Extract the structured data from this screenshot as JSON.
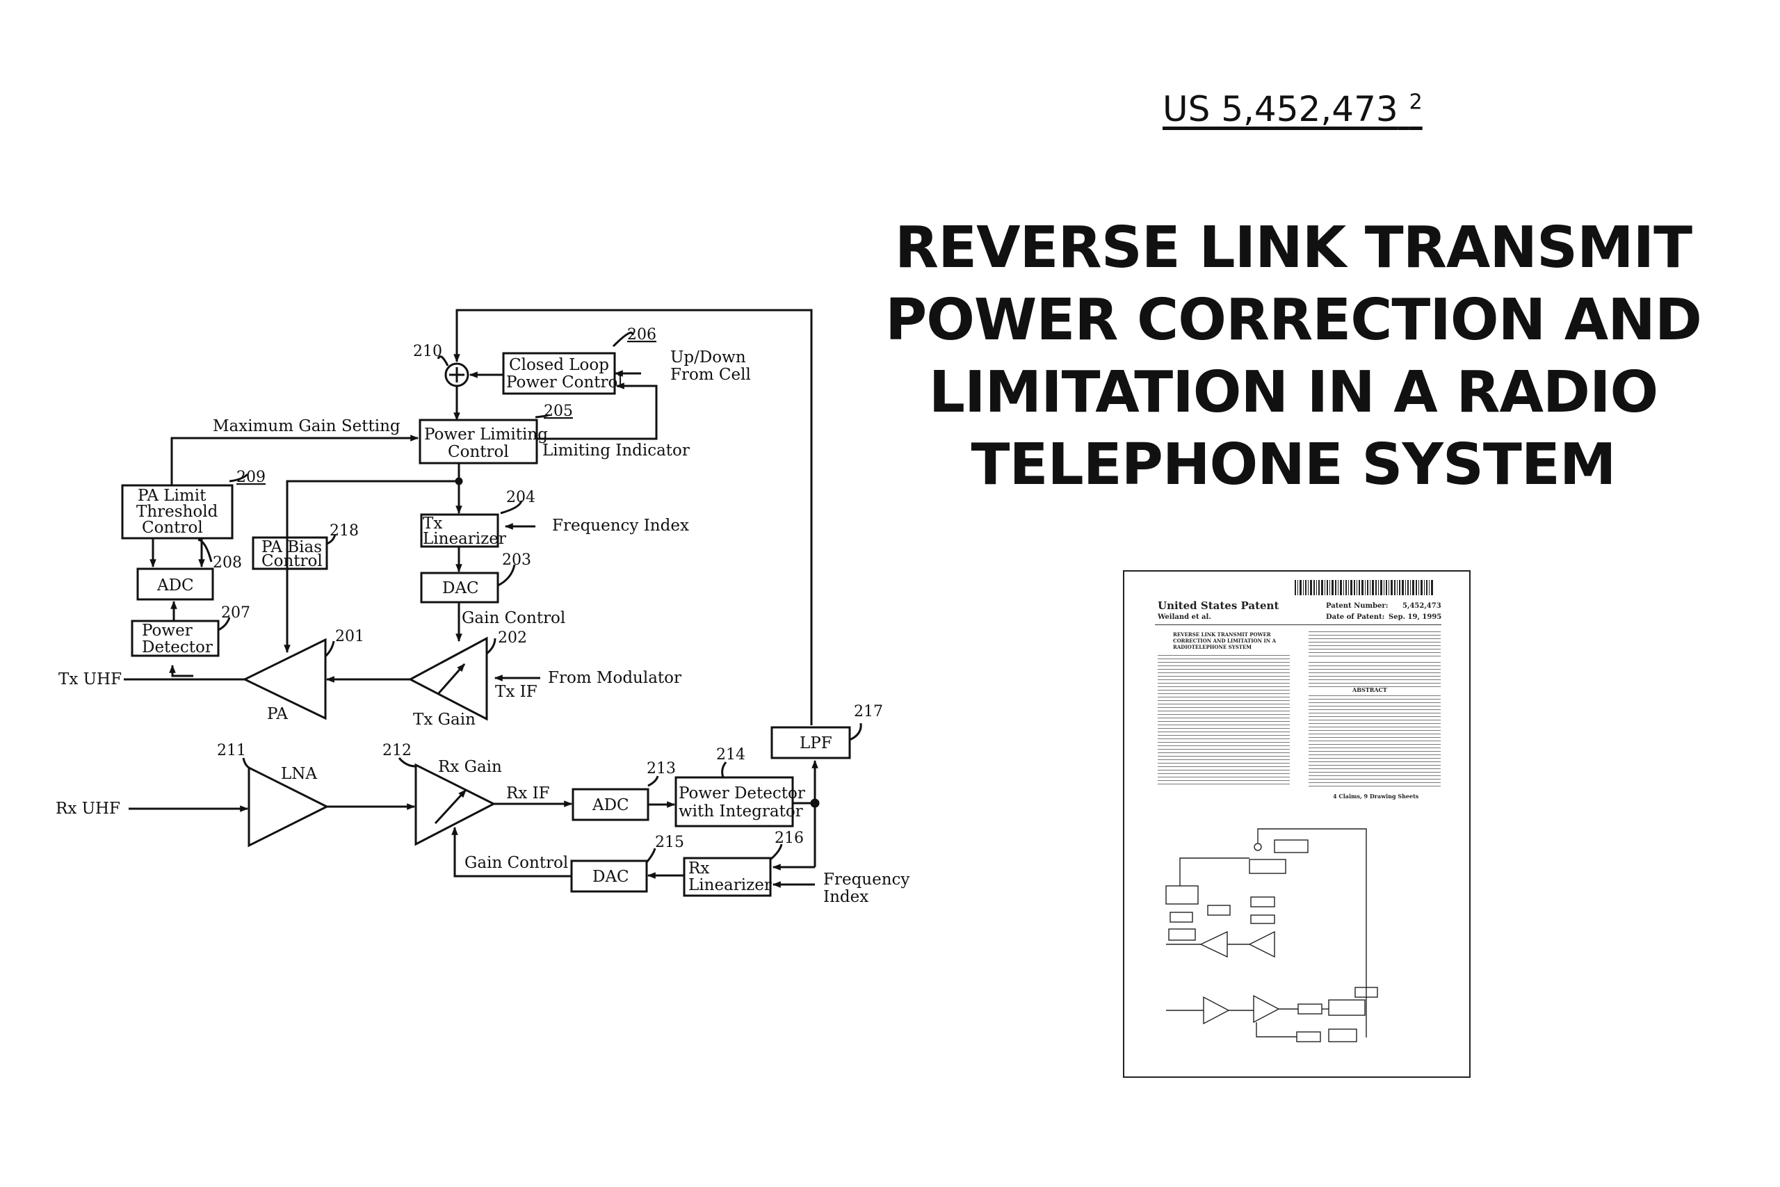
{
  "patent_number": "US 5,452,473",
  "patent_number_sup": "2",
  "title_lines": [
    "REVERSE LINK TRANSMIT",
    "POWER CORRECTION AND",
    "LIMITATION IN A RADIO",
    "TELEPHONE SYSTEM"
  ],
  "diagram": {
    "blocks": {
      "closed_loop": [
        "Closed Loop",
        "Power Control"
      ],
      "power_limiting": [
        "Power Limiting",
        "Control"
      ],
      "pa_limit": [
        "PA Limit",
        "Threshold",
        "Control"
      ],
      "pa_bias": [
        "PA Bias",
        "Control"
      ],
      "tx_linearizer": [
        "Tx",
        "Linearizer"
      ],
      "dac_tx": "DAC",
      "adc_tx": "ADC",
      "power_detector": [
        "Power",
        "Detector"
      ],
      "lpf": "LPF",
      "adc_rx": "ADC",
      "power_detector_int": [
        "Power Detector",
        "with Integrator"
      ],
      "dac_rx": "DAC",
      "rx_linearizer": [
        "Rx",
        "Linearizer"
      ],
      "lna": "LNA"
    },
    "labels": {
      "up_down": [
        "Up/Down",
        "From Cell"
      ],
      "max_gain": "Maximum Gain Setting",
      "limiting_indicator": "Limiting Indicator",
      "frequency_index": "Frequency Index",
      "gain_control_tx": "Gain Control",
      "from_modulator": "From Modulator",
      "tx_if": "Tx IF",
      "tx_gain": "Tx Gain",
      "pa": "PA",
      "tx_uhf": "Tx UHF",
      "rx_uhf": "Rx UHF",
      "rx_gain": "Rx Gain",
      "rx_if": "Rx IF",
      "gain_control_rx": "Gain Control",
      "frequency_index_rx": [
        "Frequency",
        "Index"
      ]
    },
    "refs": {
      "r201": "201",
      "r202": "202",
      "r203": "203",
      "r204": "204",
      "r205": "205",
      "r206": "206",
      "r207": "207",
      "r208": "208",
      "r209": "209",
      "r210": "210",
      "r211": "211",
      "r212": "212",
      "r213": "213",
      "r214": "214",
      "r215": "215",
      "r216": "216",
      "r217": "217",
      "r218": "218"
    }
  },
  "thumbnail": {
    "header_left": "United States Patent",
    "header_left_2": "Weiland et al.",
    "patent_number_label": "Patent Number:",
    "patent_number_value": "5,452,473",
    "date_label": "Date of Patent:",
    "date_value": "Sep. 19, 1995",
    "invention_title": "REVERSE LINK TRANSMIT POWER CORRECTION AND LIMITATION IN A RADIOTELEPHONE SYSTEM",
    "abstract_label": "ABSTRACT",
    "claims": "4 Claims, 9 Drawing Sheets"
  },
  "colors": {
    "ink": "#111111",
    "background": "#ffffff"
  }
}
